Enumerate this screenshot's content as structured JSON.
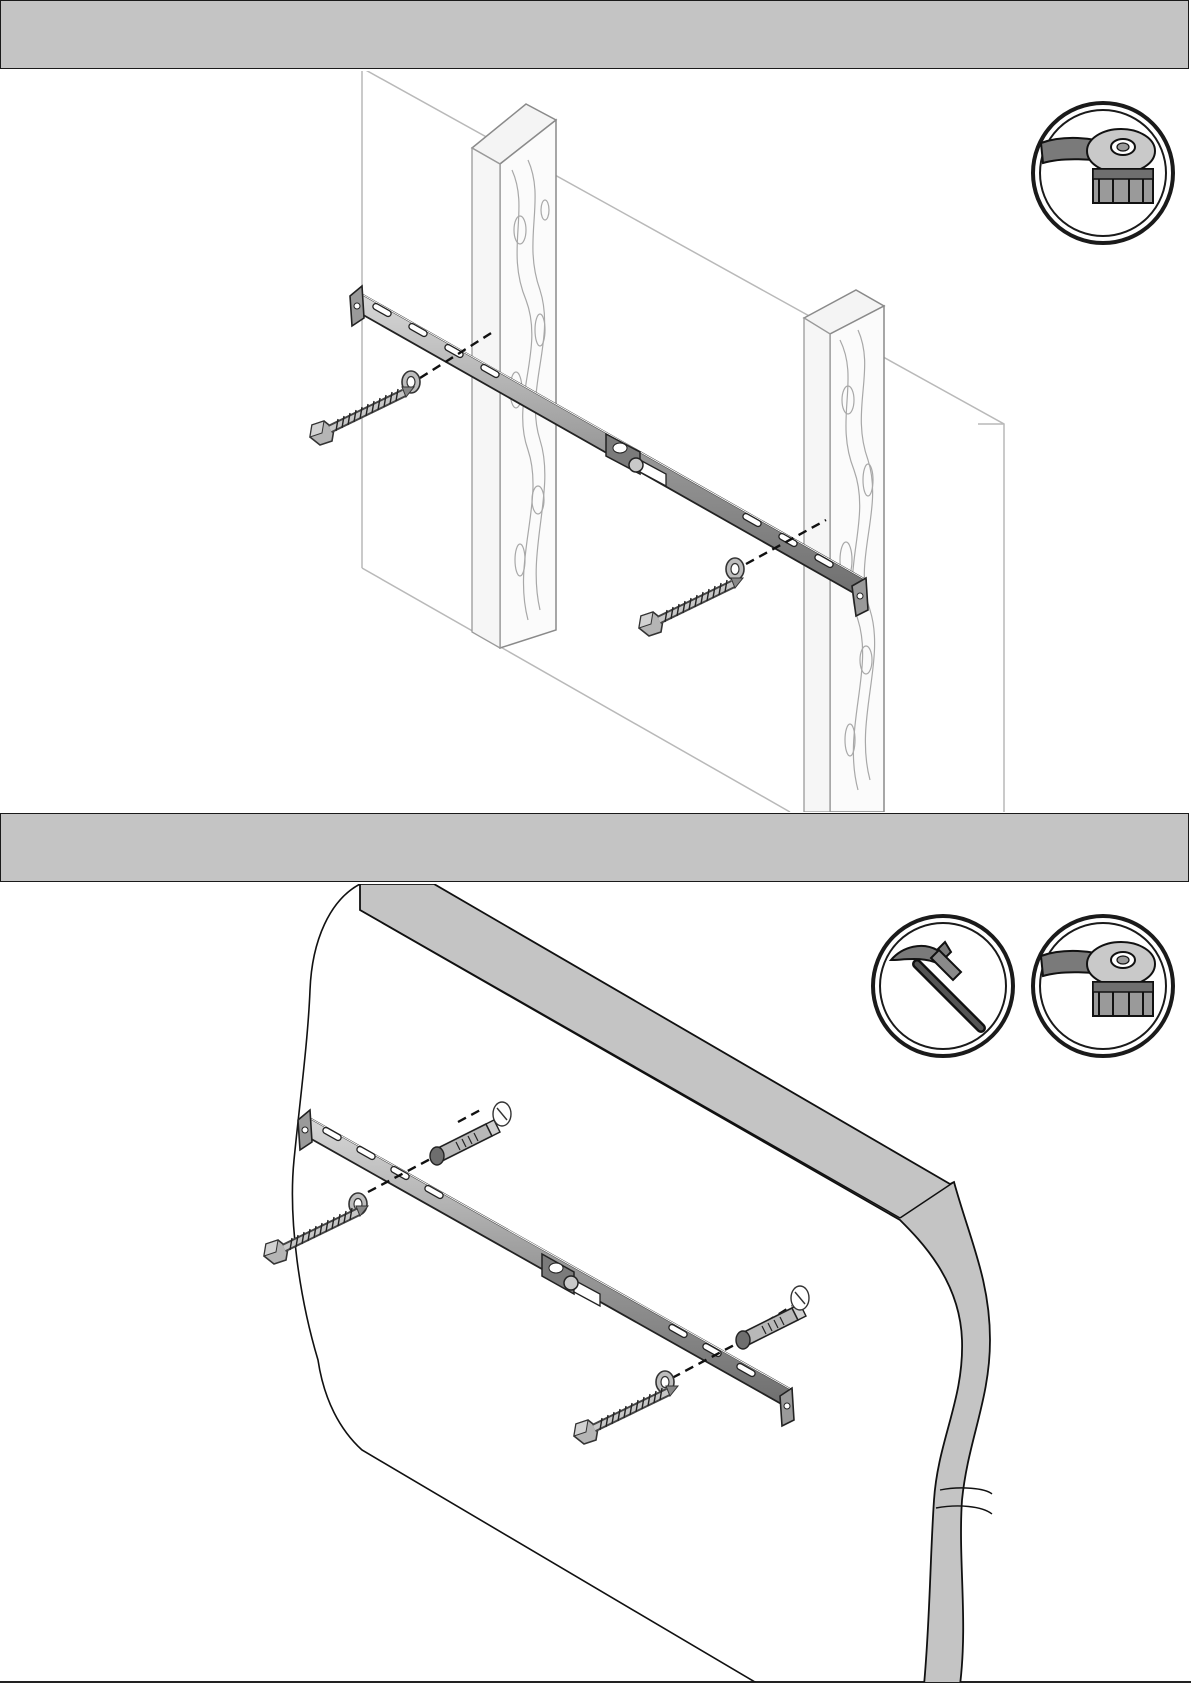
{
  "page": {
    "header_band_1": "",
    "header_band_2": ""
  },
  "sections": [
    {
      "id": "wood-stud-mounting",
      "tools": [
        "socket-wrench-icon"
      ],
      "parts": [
        "wall-bracket",
        "lag-bolt",
        "washer",
        "wood-stud"
      ]
    },
    {
      "id": "concrete-mounting",
      "tools": [
        "hammer-icon",
        "socket-wrench-icon"
      ],
      "parts": [
        "wall-bracket",
        "lag-bolt",
        "washer",
        "concrete-anchor",
        "concrete-wall"
      ]
    }
  ],
  "colors": {
    "band_fill": "#c4c4c4",
    "band_border": "#1a1a1a",
    "wall_edge_gray": "#bdbdbd",
    "metal_gray": "#8c8c8c"
  }
}
